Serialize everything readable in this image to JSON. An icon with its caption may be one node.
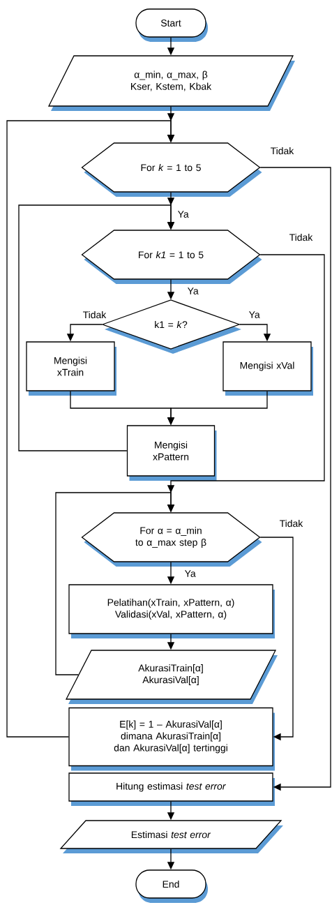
{
  "diagram": {
    "nodes": [
      {
        "text": [
          "Start"
        ]
      },
      {
        "text": [
          "α_min, α_max, β",
          "Kser, Kstem, Kbak"
        ]
      },
      {
        "text": [
          "For *k* = 1 to 5"
        ]
      },
      {
        "text": [
          "For *k1* = 1 to 5"
        ]
      },
      {
        "text": [
          "k1 = *k*?"
        ]
      },
      {
        "text": [
          "Mengisi xTrain"
        ]
      },
      {
        "text": [
          "Mengisi xVal"
        ]
      },
      {
        "text": [
          "Mengisi xPattern"
        ]
      },
      {
        "text": [
          "For α = α_min to α_max step β"
        ]
      },
      {
        "text": [
          "Pelatihan(xTrain, xPattern, α)",
          "Validasi(xVal, xPattern, α)"
        ]
      },
      {
        "text": [
          "AkurasiTrain[α]",
          "AkurasiVal[α]"
        ]
      },
      {
        "text": [
          "E[k] = 1 – AkurasiVal[α]",
          "dimana AkurasiTrain[α] dan AkurasiVal[α] tertinggi"
        ]
      },
      {
        "text": [
          "Hitung estimasi *test error*"
        ]
      },
      {
        "text": [
          "Estimasi *test error*"
        ]
      },
      {
        "text": [
          "End"
        ]
      }
    ],
    "edges": [
      {
        "from": 0,
        "to": 1,
        "arrow": "to"
      },
      {
        "from": 1,
        "to": 2,
        "arrow": "to"
      },
      {
        "from": 2,
        "to": 3,
        "arrow": "to",
        "label": "Ya"
      },
      {
        "from": 2,
        "to": 12,
        "arrow": "to",
        "label": "Tidak"
      },
      {
        "from": 3,
        "to": 4,
        "arrow": "to",
        "label": "Ya"
      },
      {
        "from": 3,
        "to": 8,
        "arrow": "to",
        "label": "Tidak"
      },
      {
        "from": 4,
        "to": 5,
        "arrow": "to",
        "label": "Tidak"
      },
      {
        "from": 4,
        "to": 6,
        "arrow": "to",
        "label": "Ya"
      },
      {
        "from": 5,
        "to": 7,
        "arrow": "to"
      },
      {
        "from": 6,
        "to": 7,
        "arrow": "to"
      },
      {
        "from": 7,
        "to": 3,
        "arrow": "to"
      },
      {
        "from": 11,
        "to": 2,
        "arrow": "to"
      },
      {
        "from": 8,
        "to": 9,
        "arrow": "to",
        "label": "Ya"
      },
      {
        "from": 8,
        "to": 11,
        "arrow": "to",
        "label": "Tidak"
      },
      {
        "from": 9,
        "to": 10,
        "arrow": "to"
      },
      {
        "from": 10,
        "to": 8,
        "arrow": "to"
      },
      {
        "from": 12,
        "to": 13,
        "arrow": "to"
      },
      {
        "from": 13,
        "to": 14,
        "arrow": "to"
      }
    ]
  }
}
